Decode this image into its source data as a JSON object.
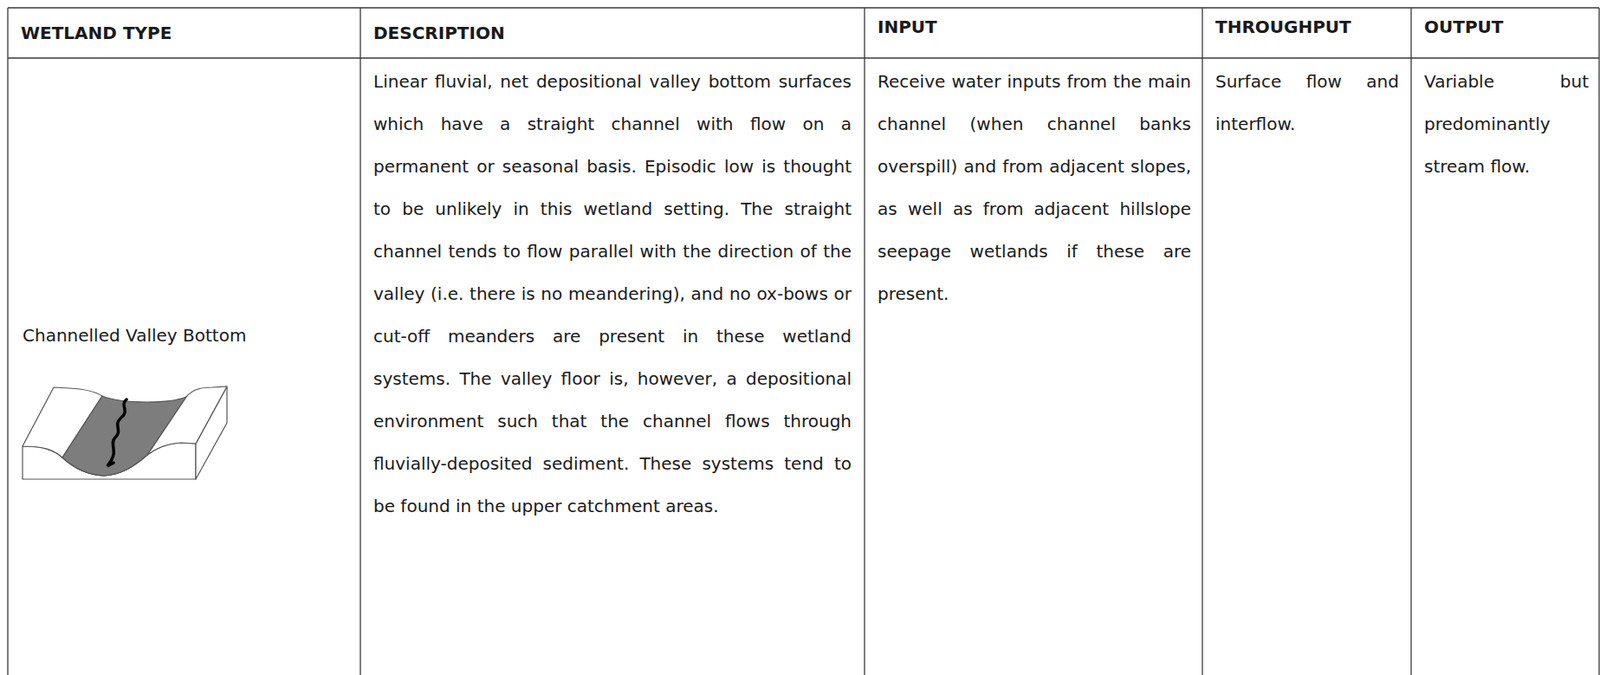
{
  "diagram": {
    "labels": [
      "WETLAND TYPE",
      "DESCRIPTION",
      "INPUT",
      "THROUGHPUT",
      "OUTPUT",
      "Channelled Valley Bottom",
      "Linear fluvial, net depositional valley bottom surfaces which have a straight channel with flow on a permanent or seasonal basis. Episodic low is thought to be unlikely in this wetland setting. The straight channel tends to flow parallel with the direction of the valley (i.e. there is no meandering), and no ox-bows or cut-off meanders are present in these wetland systems. The valley floor is, however, a depositional environment such that the channel flows through fluvially-deposited sediment. These systems tend to be found in the upper catchment areas.",
      "Receive water inputs from the main channel (when channel banks overspill) and from adjacent slopes, as well as from adjacent hillslope seepage wetlands if these are present.",
      "Surface flow and interflow.",
      "Variable but predominantly stream flow."
    ]
  }
}
